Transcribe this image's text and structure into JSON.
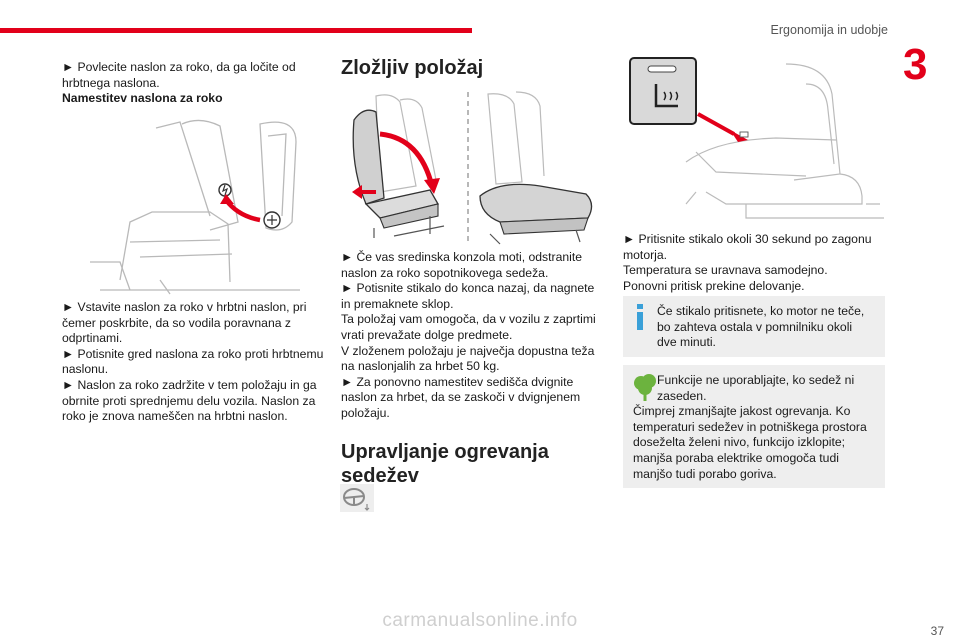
{
  "header": {
    "title": "Ergonomija in udobje",
    "chapter": "3"
  },
  "col1": {
    "intro": "► Povlecite naslon za roko, da ga ločite od hrbtnega naslona.",
    "subheading": "Namestitev naslona za roko",
    "steps": [
      "► Vstavite naslon za roko v hrbtni naslon, pri čemer poskrbite, da so vodila poravnana z odprtinami.",
      "► Potisnite gred naslona za roko proti hrbtnemu naslonu.",
      "► Naslon za roko zadržite v tem položaju in ga obrnite proti sprednjemu delu vozila. Naslon za roko je znova nameščen na hrbtni naslon."
    ]
  },
  "col2": {
    "title": "Zložljiv položaj",
    "paragraphs": [
      "► Če vas sredinska konzola moti, odstranite naslon za roko sopotnikovega sedeža.",
      "► Potisnite stikalo do konca nazaj, da nagnete in premaknete sklop.",
      "Ta položaj vam omogoča, da v vozilu z zaprtimi vrati prevažate dolge predmete.",
      "V zloženem položaju je največja dopustna teža na naslonjalih za hrbet 50 kg.",
      "► Za ponovno namestitev sedišča dvignite naslon za hrbet, da se zaskoči v dvignjenem položaju."
    ],
    "section2_title": "Upravljanje ogrevanja sedežev"
  },
  "col3": {
    "paragraphs": [
      "► Pritisnite stikalo okoli 30 sekund po zagonu motorja.",
      "Temperatura se uravnava samodejno.",
      "Ponovni pritisk prekine delovanje."
    ],
    "info_box": "Če stikalo pritisnete, ko motor ne teče, bo zahteva ostala v pomnilniku okoli dve minuti.",
    "eco_box": {
      "first": "Funkcije ne uporabljajte, ko sedež ni zaseden.",
      "rest": "Čimprej zmanjšajte jakost ogrevanja. Ko temperaturi sedežev in potniškega prostora doseželta želeni nivo, funkcijo izklopite; manjša poraba elektrike omogoča tudi manjšo tudi porabo goriva."
    }
  },
  "footer": {
    "page": "37",
    "watermark": "carmanualsonline.info"
  },
  "icons": {
    "info": "info-icon",
    "eco": "eco-leaf-icon",
    "seat_heater": "seat-heater-icon",
    "steering": "steering-wheel-icon"
  },
  "colors": {
    "accent": "#e2001a",
    "info": "#3aa0d8",
    "eco": "#6cb33e"
  }
}
